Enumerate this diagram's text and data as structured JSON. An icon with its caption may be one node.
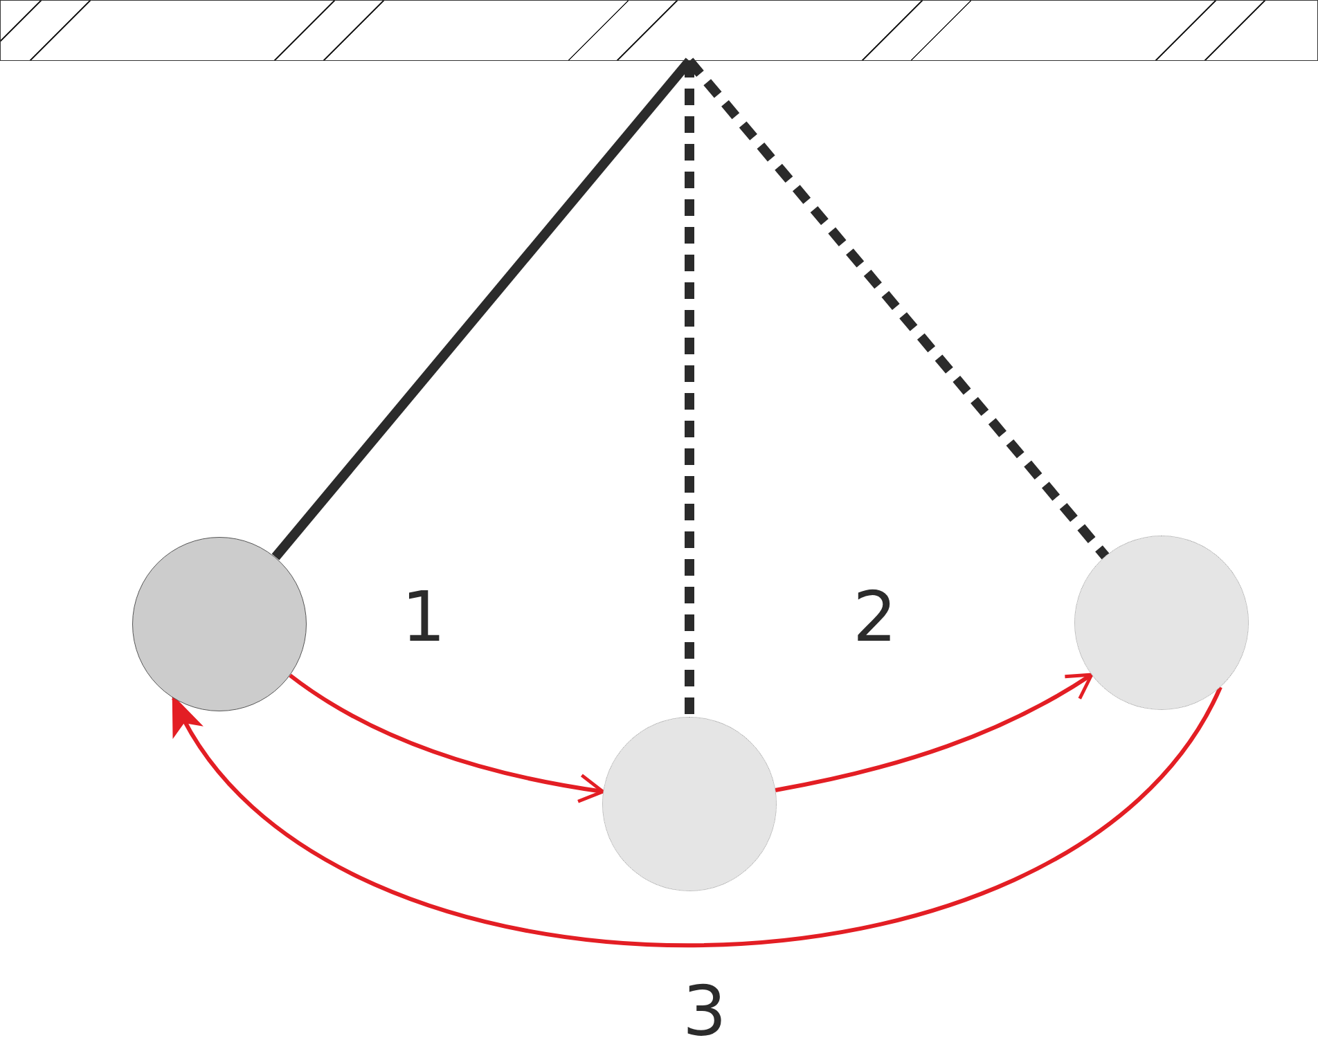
{
  "diagram": {
    "nodes": [
      {
        "text": [],
        "shape": "box"
      },
      {
        "text": [],
        "shape": "circle"
      },
      {
        "text": [],
        "shape": "circle"
      },
      {
        "text": [],
        "shape": "circle"
      }
    ],
    "edges": [
      {
        "from": 0,
        "to": 1,
        "arrow": "none",
        "style": "thick",
        "color": "#2b2b2b"
      },
      {
        "from": 0,
        "to": 2,
        "arrow": "none",
        "style": "dashed",
        "color": "#2b2b2b"
      },
      {
        "from": 0,
        "to": 3,
        "arrow": "none",
        "style": "dashed",
        "color": "#2b2b2b"
      },
      {
        "from": 1,
        "to": 2,
        "arrow": "to",
        "label": "1",
        "color": "#e31e24"
      },
      {
        "from": 2,
        "to": 3,
        "arrow": "to",
        "label": "2",
        "color": "#e31e24"
      },
      {
        "from": 3,
        "to": 1,
        "arrow": "to",
        "label": "3",
        "color": "#e31e24"
      }
    ]
  }
}
